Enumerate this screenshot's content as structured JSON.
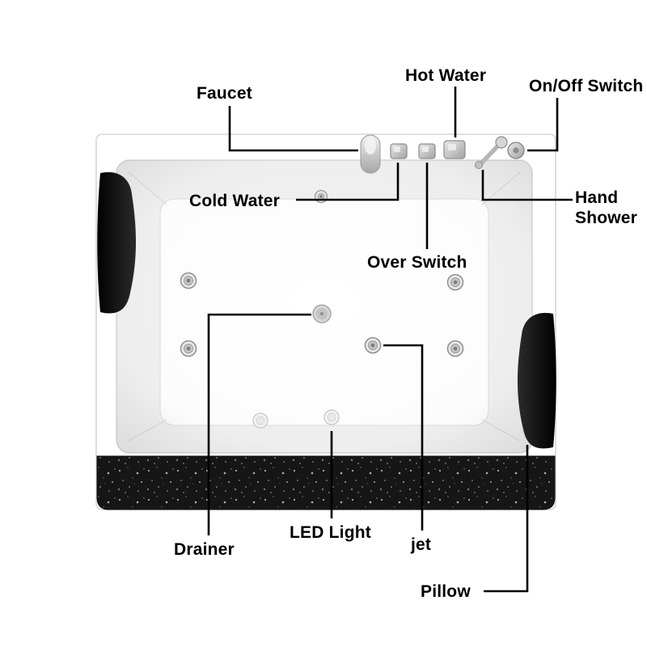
{
  "labels": {
    "faucet": "Faucet",
    "hot_water": "Hot Water",
    "on_off_switch": "On/Off Switch",
    "cold_water": "Cold Water",
    "over_switch": "Over Switch",
    "hand_shower": "Hand Shower",
    "drainer": "Drainer",
    "led_light": "LED Light",
    "jet": "jet",
    "pillow": "Pillow"
  },
  "palette": {
    "background": "#ffffff",
    "pointer_line": "#000000",
    "label_text": "#000000",
    "tub_body": "#ffffff",
    "tub_outline": "#d6d6d6",
    "apron": "#161616",
    "apron_speckle": "#d9d9d9",
    "pillow": "#0c0c0c",
    "chrome": "#c6c6c6"
  }
}
